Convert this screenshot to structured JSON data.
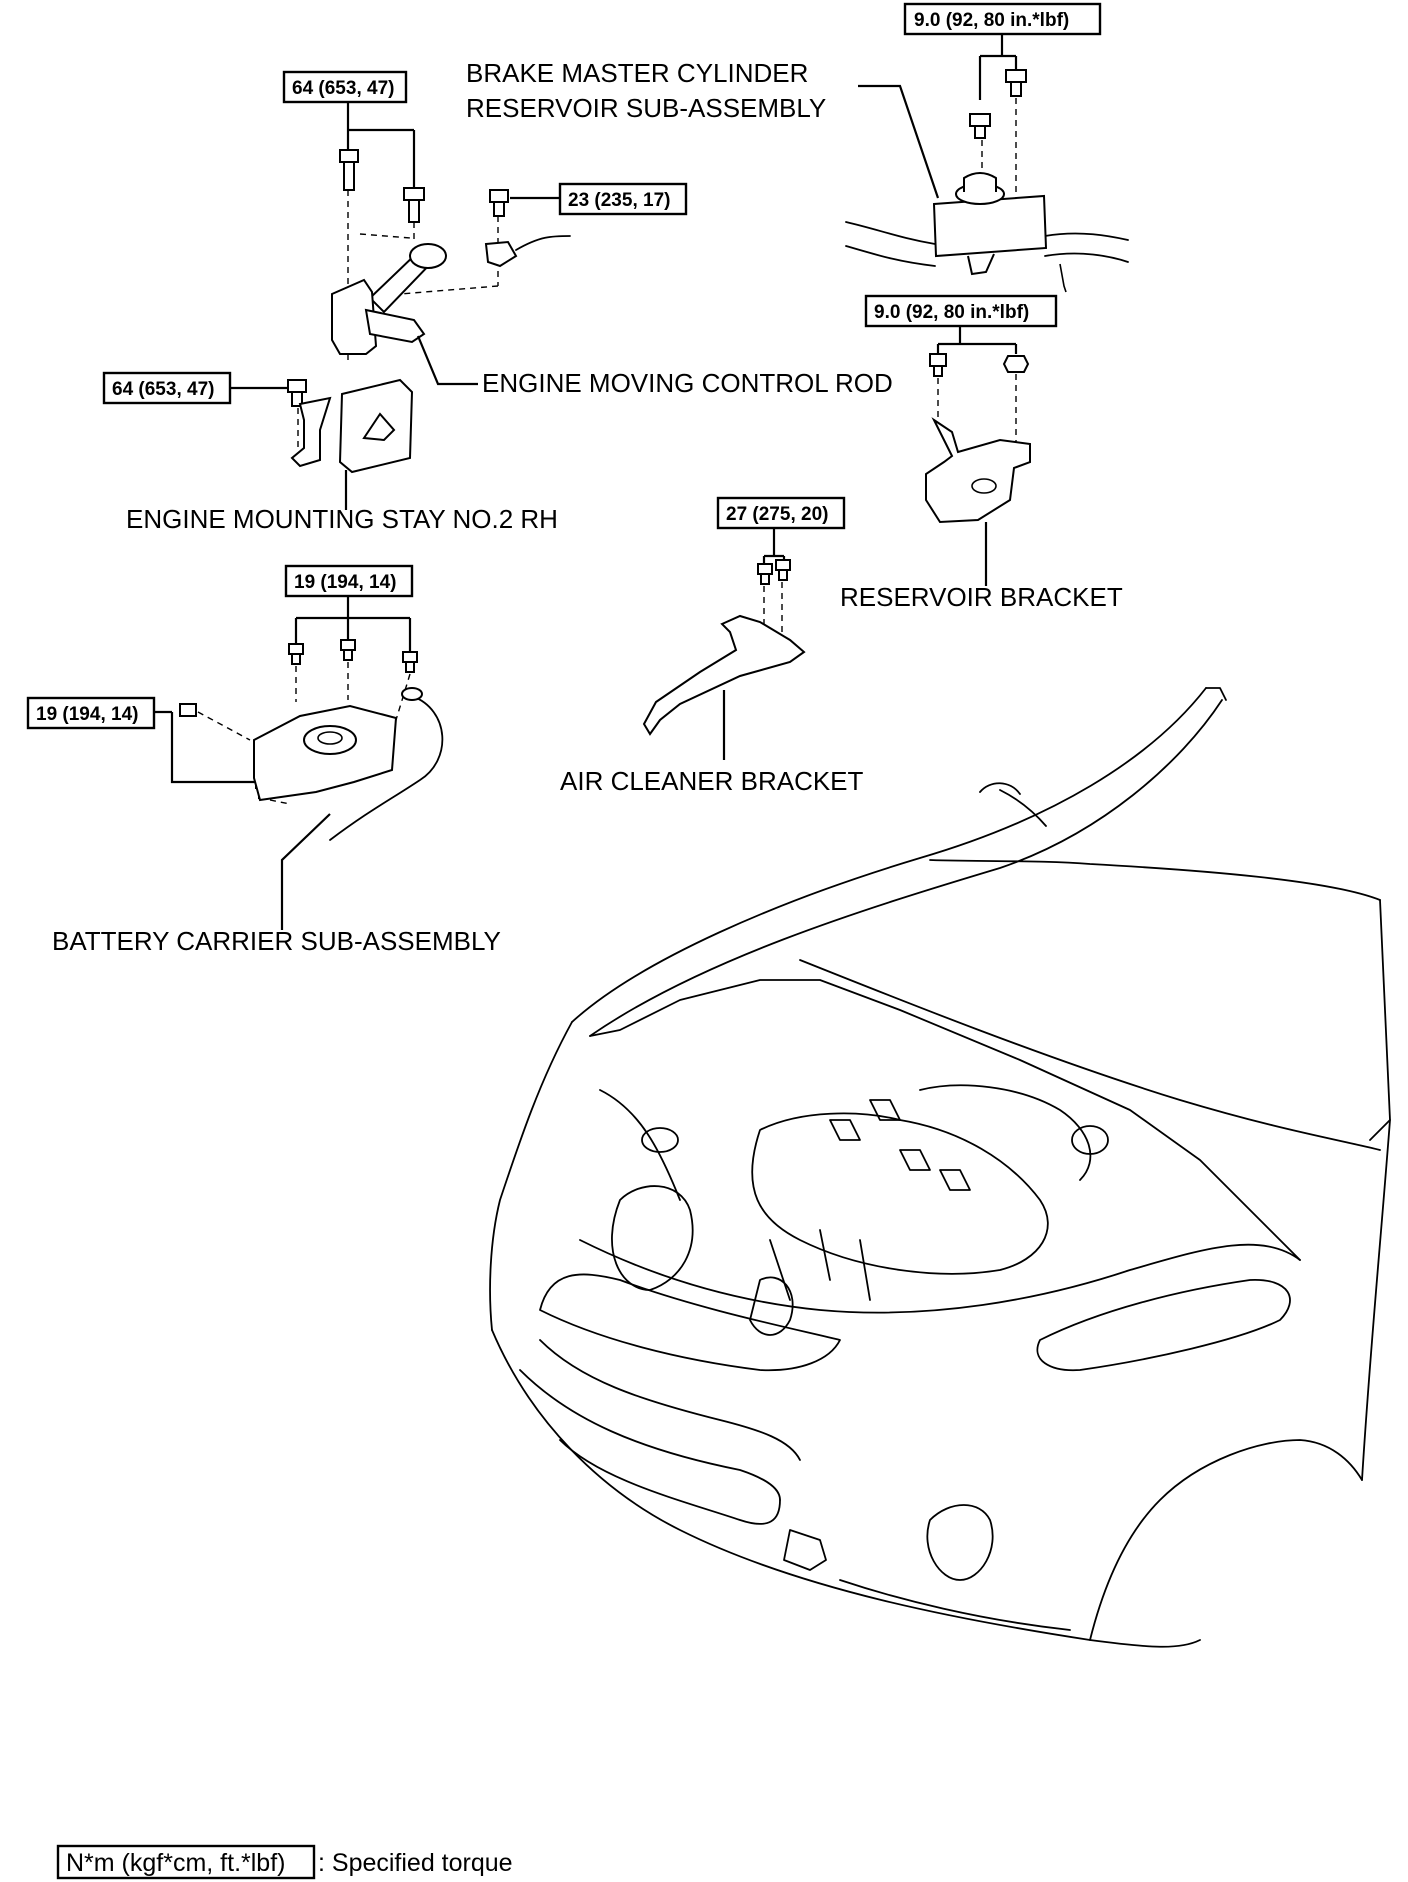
{
  "labels": {
    "brake_reservoir_line1": "BRAKE MASTER CYLINDER",
    "brake_reservoir_line2": "RESERVOIR SUB-ASSEMBLY",
    "engine_moving_control_rod": "ENGINE MOVING CONTROL ROD",
    "engine_mounting_stay": "ENGINE MOUNTING STAY NO.2 RH",
    "reservoir_bracket": "RESERVOIR BRACKET",
    "air_cleaner_bracket": "AIR CLEANER BRACKET",
    "battery_carrier": "BATTERY CARRIER SUB-ASSEMBLY"
  },
  "torques": {
    "reservoir_top": "9.0 (92, 80 in.*lbf)",
    "reservoir_bracket": "9.0 (92, 80 in.*lbf)",
    "rod_top": "64 (653, 47)",
    "rod_bolt": "23 (235, 17)",
    "stay_side": "64 (653, 47)",
    "air_cleaner": "27 (275, 20)",
    "battery_top": "19 (194, 14)",
    "battery_side": "19 (194, 14)"
  },
  "legend": {
    "unit": "N*m (kgf*cm, ft.*lbf)",
    "text": ": Specified torque"
  }
}
